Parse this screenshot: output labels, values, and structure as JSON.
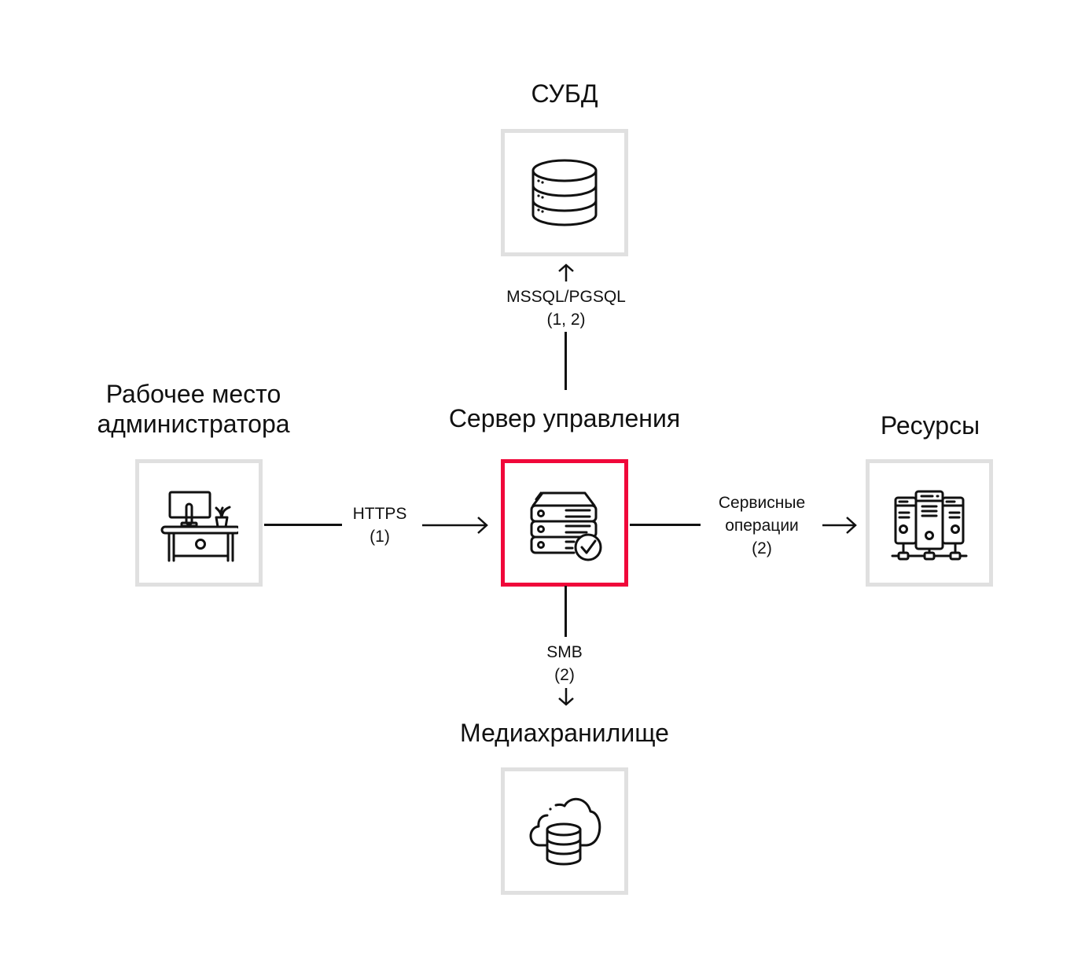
{
  "nodes": {
    "dbms": {
      "title": "СУБД",
      "icon": "database-icon"
    },
    "admin": {
      "title_line1": "Рабочее место",
      "title_line2": "администратора",
      "icon": "workplace-desk-icon"
    },
    "server": {
      "title": "Сервер управления",
      "icon": "server-check-icon",
      "highlighted": true,
      "highlight_color": "#f0083a"
    },
    "resources": {
      "title": "Ресурсы",
      "icon": "server-network-icon"
    },
    "media": {
      "title": "Медиахранилище",
      "icon": "cloud-database-icon"
    }
  },
  "edges": [
    {
      "from": "admin",
      "to": "server",
      "line1": "HTTPS",
      "line2": "(1)"
    },
    {
      "from": "server",
      "to": "dbms",
      "line1": "MSSQL/PGSQL",
      "line2": "(1, 2)"
    },
    {
      "from": "server",
      "to": "resources",
      "line1": "Сервисные",
      "line2": "операции",
      "line3": "(2)"
    },
    {
      "from": "server",
      "to": "media",
      "line1": "SMB",
      "line2": "(2)"
    }
  ],
  "colors": {
    "box_border": "#e0e0e0",
    "highlight": "#f0083a",
    "stroke": "#111111"
  }
}
